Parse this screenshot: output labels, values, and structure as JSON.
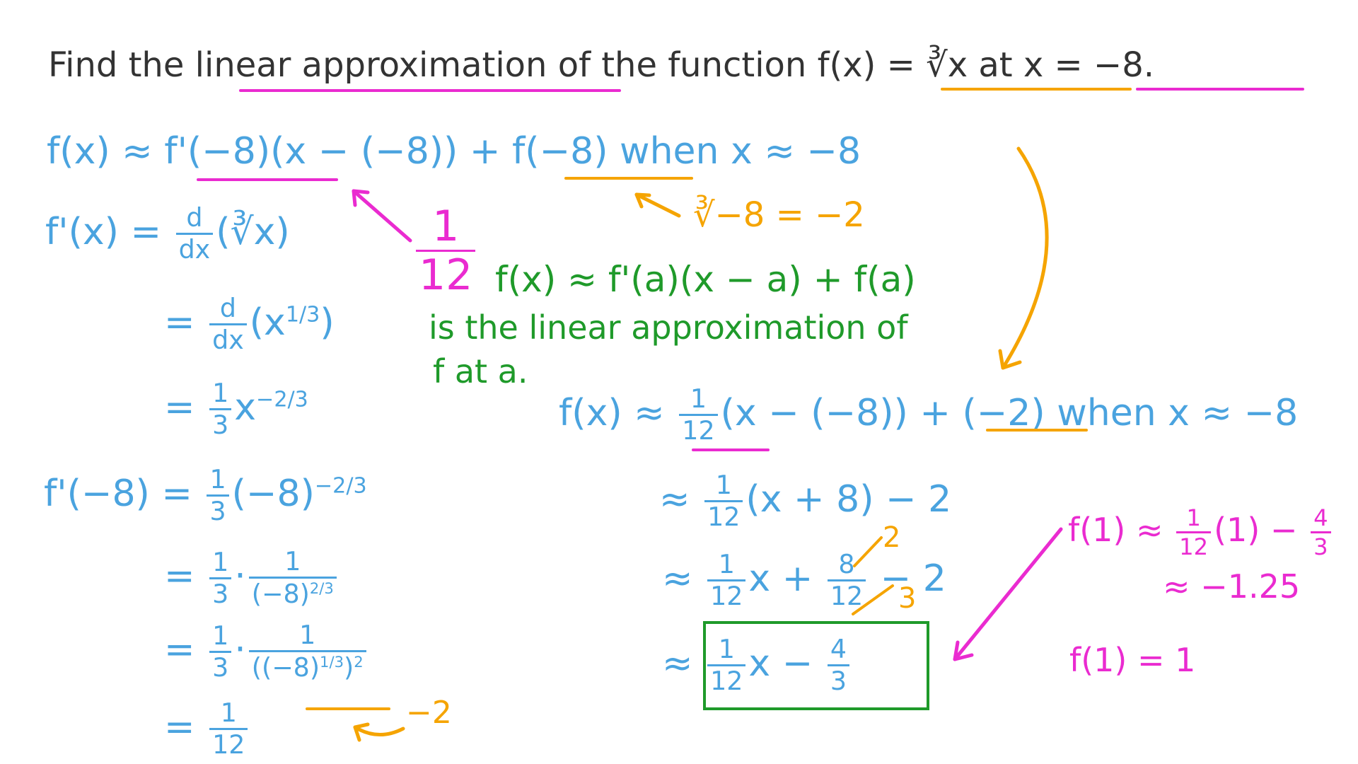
{
  "question": {
    "lead": "Find the ",
    "term": "linear approximation",
    "middle": " of the function ",
    "func": "f(x) = ∛x",
    "at": " at x = −8",
    "end": "."
  },
  "colors": {
    "black": "#333333",
    "blue": "#4aa3df",
    "green": "#1f9a2a",
    "magenta": "#ea2bd0",
    "orange": "#f5a400"
  },
  "blue_top": {
    "lhs": "f(x) ≈ ",
    "deriv": "f'(−8)",
    "mid": "(x − (−8)) + ",
    "fval": "f(−8)",
    "cond": " when x ≈ −8"
  },
  "orange_fval": {
    "root_expr": "∛−8",
    "eq": " = −2"
  },
  "magenta_small": {
    "num": "1",
    "den": "12"
  },
  "green_note": {
    "line1": "f(x) ≈ f'(a)(x − a) + f(a)",
    "line2": "is the linear approximation of",
    "line3": "f at a."
  },
  "deriv_steps": {
    "s1_lhs": "f'(x) = ",
    "d": "d",
    "dx": "dx",
    "s1_arg": "(∛x)",
    "s2_eq": "= ",
    "s2_arg": "(x",
    "s2_exp": "1/3",
    "s2_close": ")",
    "s3_eq": "= ",
    "one": "1",
    "three": "3",
    "s3_x": "x",
    "s3_exp": "−2/3"
  },
  "eval_steps": {
    "e1_lhs": "f'(−8) = ",
    "e1_base": "(−8)",
    "e1_exp": "−2/3",
    "e2_eq": "= ",
    "e2_dot": "·",
    "e2_den_base": "(−8)",
    "e2_den_exp": "2/3",
    "e3_eq": "= ",
    "e3_den_base": "((−8)",
    "e3_den_exp1": "1/3",
    "e3_den_close": ")",
    "e3_den_exp2": "2",
    "e3_note": "−2",
    "e4_eq": "= ",
    "twelve": "12"
  },
  "approx_steps": {
    "a1_lhs": "f(x) ≈ ",
    "a1_mid": "(x − (−8)) + ",
    "a1_f": "(−2)",
    "a1_cond": " when x ≈ −8",
    "a2_lhs": "≈ ",
    "a2_rest": "(x + 8) − 2",
    "a3_lhs": "≈ ",
    "a3_x": "x + ",
    "a3_num": "8",
    "a3_den": "12",
    "a3_num_red": "2",
    "a3_den_red": "3",
    "a3_rest": " − 2",
    "a4_lhs": "≈ ",
    "a4_x": "x − ",
    "four": "4"
  },
  "check": {
    "c1_lhs": "f(1) ≈ ",
    "c1_mid": "(1) − ",
    "c2": "≈ −1.25",
    "c3": "f(1) = 1"
  }
}
